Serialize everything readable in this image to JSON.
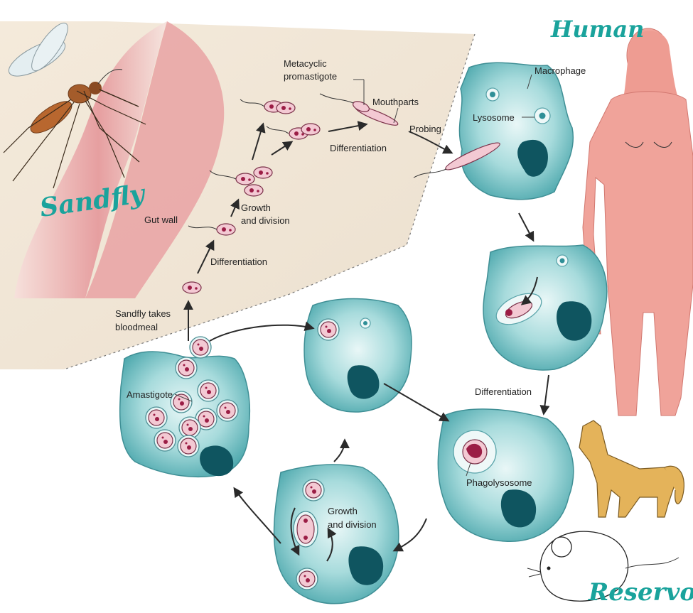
{
  "diagram": {
    "headings": {
      "sandfly": "Sandfly",
      "human": "Human",
      "reservoirs": "Reservoirs"
    },
    "labels": {
      "gut_wall": "Gut wall",
      "metacyclic_line1": "Metacyclic",
      "metacyclic_line2": "promastigote",
      "mouthparts": "Mouthparts",
      "probing": "Probing",
      "differentiation_top": "Differentiation",
      "growth_top_line1": "Growth",
      "growth_top_line2": "and division",
      "differentiation_mid": "Differentiation",
      "sandfly_takes_line1": "Sandfly takes",
      "sandfly_takes_line2": "bloodmeal",
      "macrophage": "Macrophage",
      "lysosome": "Lysosome",
      "differentiation_right": "Differentiation",
      "phagolysosome": "Phagolysosome",
      "growth_bottom_line1": "Growth",
      "growth_bottom_line2": "and division",
      "amastigote": "Amastigote"
    },
    "colors": {
      "heading": "#1aa39c",
      "cell": "#8fd0d2",
      "nucleus": "#0f5560",
      "parasite": "#f3c9d3",
      "gut": "#e8a0a0",
      "skin": "#f0a39a",
      "fox": "#e4b35a"
    },
    "icons": [
      "sandfly-illustration",
      "human-figure",
      "fox-illustration",
      "mouse-illustration"
    ]
  }
}
